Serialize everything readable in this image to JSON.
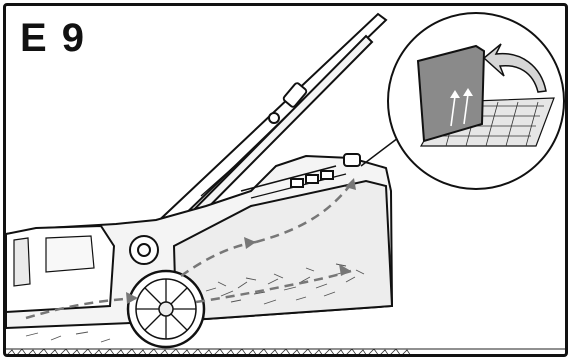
{
  "figure": {
    "step_label": "E 9"
  },
  "colors": {
    "outline": "#111111",
    "body_fill": "#f4f4f4",
    "grass_box_fill": "#ededed",
    "flap_fill": "#8a8a8a",
    "arrow_fill": "#d6d6d6"
  },
  "icons": {
    "mower": "lawn-mower-illustration",
    "inset": "grass-box-detail-inset",
    "airflow": "dashed-airflow-arrows",
    "ground": "grass-ground-strip"
  }
}
